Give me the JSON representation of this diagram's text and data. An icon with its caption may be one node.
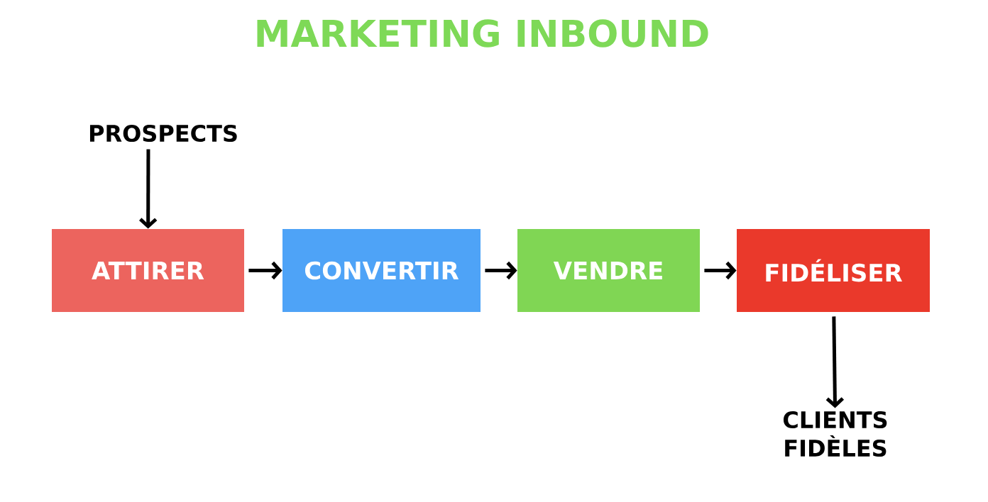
{
  "diagram": {
    "title": "MARKETING INBOUND",
    "nodes": [
      {
        "text": [
          "PROSPECTS"
        ]
      },
      {
        "text": [
          "ATTIRER"
        ]
      },
      {
        "text": [
          "CONVERTIR"
        ]
      },
      {
        "text": [
          "VENDRE"
        ]
      },
      {
        "text": [
          "FIDÉLISER"
        ]
      },
      {
        "text": [
          "CLIENTS FIDÈLES"
        ]
      }
    ],
    "edges": [
      {
        "from": 0,
        "to": 1,
        "arrow": "to"
      },
      {
        "from": 1,
        "to": 2,
        "arrow": "to"
      },
      {
        "from": 2,
        "to": 3,
        "arrow": "to"
      },
      {
        "from": 3,
        "to": 4,
        "arrow": "to"
      },
      {
        "from": 4,
        "to": 5,
        "arrow": "to"
      }
    ]
  }
}
